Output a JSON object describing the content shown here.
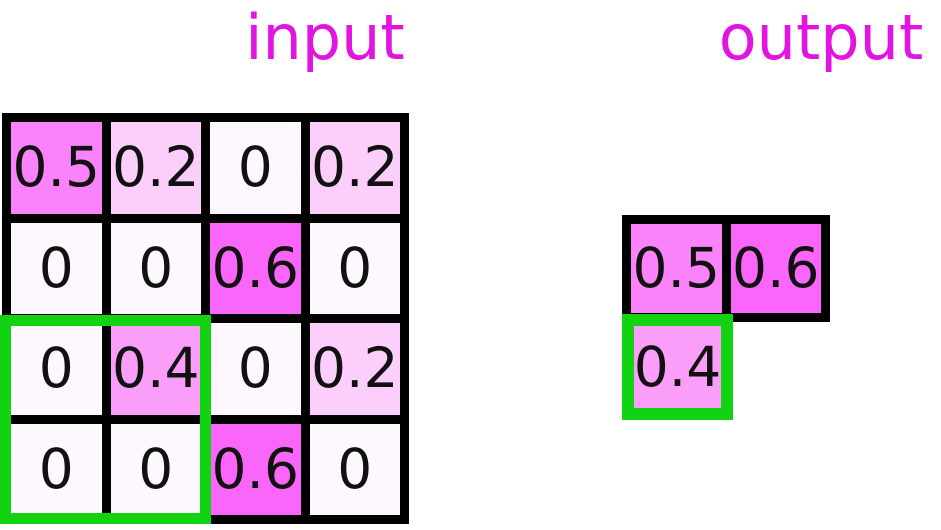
{
  "titles": {
    "input": "input",
    "output": "output"
  },
  "colors": {
    "title": "#E114E1",
    "grid_line": "#000000",
    "window_highlight": "#12D312",
    "text": "#111111",
    "background": "#FFFFFF",
    "value_colors": {
      "0": "#FDF8FD",
      "0.2": "#FBCEFB",
      "0.4": "#FA9EFA",
      "0.5": "#FA82FA",
      "0.6": "#F966F9"
    }
  },
  "input_grid": {
    "rows": [
      [
        "0.5",
        "0.2",
        "0",
        "0.2"
      ],
      [
        "0",
        "0",
        "0.6",
        "0"
      ],
      [
        "0",
        "0.4",
        "0",
        "0.2"
      ],
      [
        "0",
        "0",
        "0.6",
        "0"
      ]
    ],
    "pooling_window": {
      "row_start": 3,
      "row_end": 4,
      "col_start": 1,
      "col_end": 2
    }
  },
  "output_grid": {
    "cells": [
      {
        "value": "0.5",
        "row": 1,
        "col": 1,
        "highlighted": false
      },
      {
        "value": "0.6",
        "row": 1,
        "col": 2,
        "highlighted": false
      },
      {
        "value": "0.4",
        "row": 2,
        "col": 1,
        "highlighted": true
      }
    ]
  }
}
